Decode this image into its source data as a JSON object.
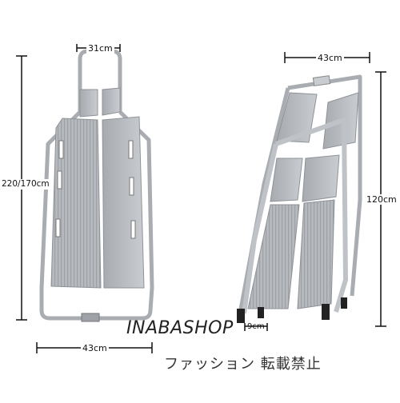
{
  "dimensions": {
    "left_top_width": "31cm",
    "left_length": "220/170cm",
    "left_bottom_width": "43cm",
    "right_top_width": "43cm",
    "right_length": "120cm",
    "right_clearance": "9cm"
  },
  "watermark": {
    "brand": "INABASHOP",
    "notice": "ファッション 転載禁止"
  },
  "colors": {
    "frame": "#c9ccd0",
    "panel": "#b9bcc0",
    "panel_dark": "#8e9297",
    "line": "#111111"
  }
}
